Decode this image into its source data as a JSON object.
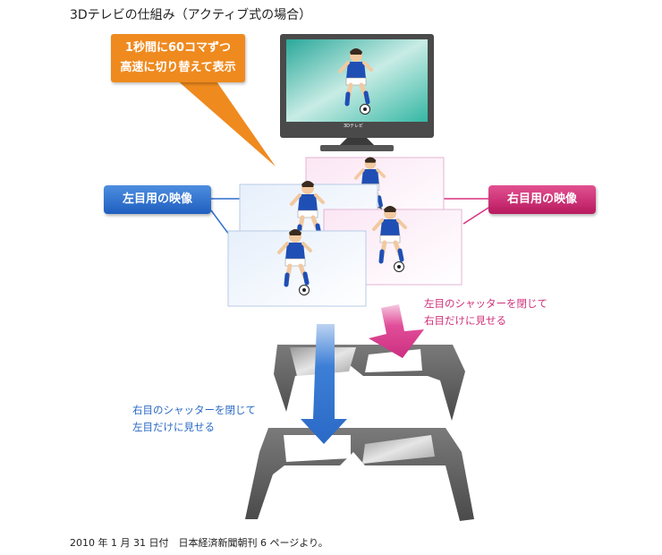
{
  "title": "3Dテレビの仕組み（アクティブ式の場合）",
  "callout": {
    "line1": "1秒間に60コマずつ",
    "line2": "高速に切り替えて表示"
  },
  "tv": {
    "brand_label": "3Dテレビ"
  },
  "labels": {
    "left_eye_image": "左目用の映像",
    "right_eye_image": "右目用の映像"
  },
  "notes": {
    "pink": {
      "line1": "左目のシャッターを閉じて",
      "line2": "右目だけに見せる"
    },
    "blue": {
      "line1": "右目のシャッターを閉じて",
      "line2": "左目だけに見せる"
    }
  },
  "footer": "2010 年 1 月 31 日付　日本経済新聞朝刊 6 ページより。",
  "colors": {
    "orange": "#ef8a1f",
    "blue": "#2f6fcf",
    "pink": "#d8317f",
    "tv_body": "#4a4a4a",
    "screen": "#2bb59f"
  }
}
